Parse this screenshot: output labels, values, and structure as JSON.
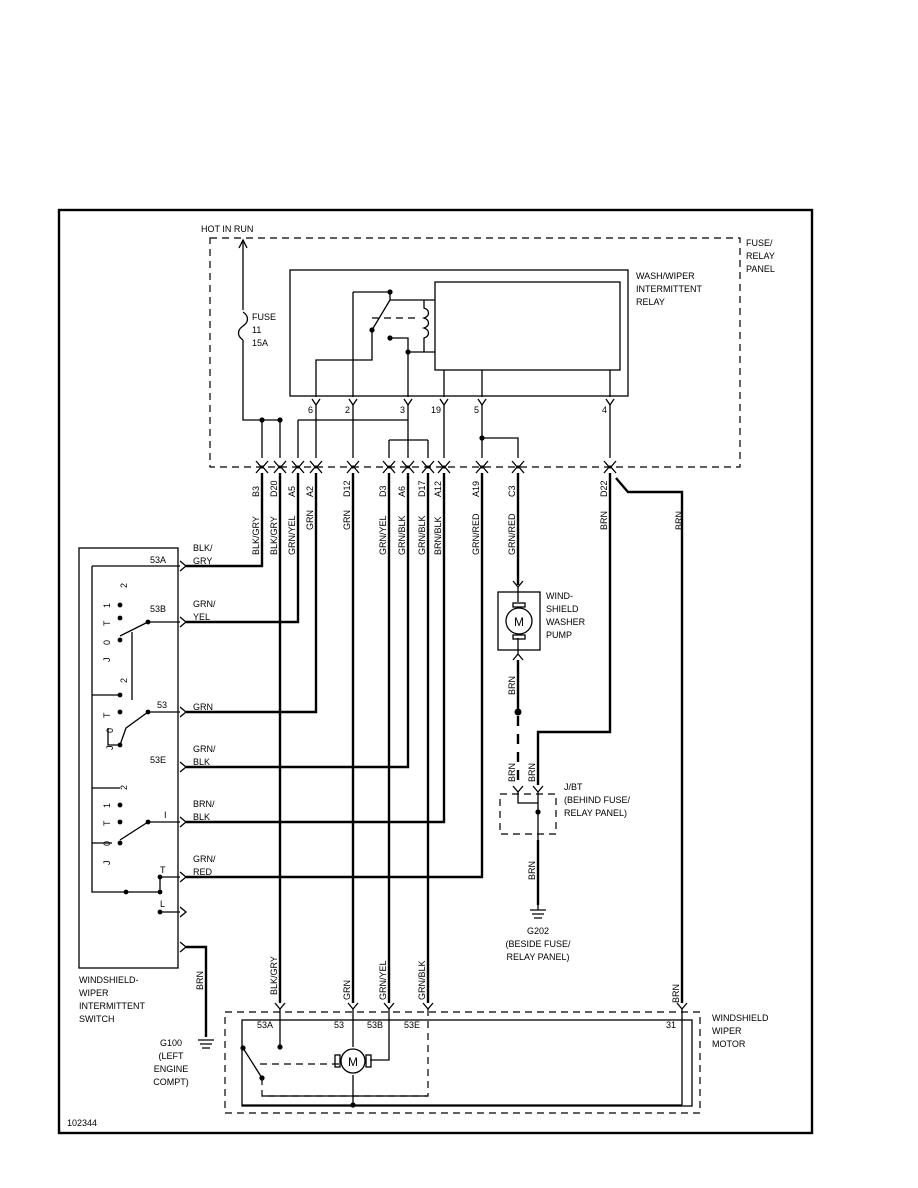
{
  "diagram_id": "102344",
  "hot_label": "HOT IN RUN",
  "fuse_relay_panel": [
    "FUSE/",
    "RELAY",
    "PANEL"
  ],
  "relay_label": [
    "WASH/WIPER",
    "INTERMITTENT",
    "RELAY"
  ],
  "fuse_label": [
    "FUSE",
    "11",
    "15A"
  ],
  "relay_pins": [
    "6",
    "2",
    "3",
    "19",
    "5",
    "4"
  ],
  "connectors": [
    {
      "pin": "B3",
      "wire": "BLK/GRY"
    },
    {
      "pin": "D20",
      "wire": "BLK/GRY"
    },
    {
      "pin": "A5",
      "wire": "GRN/YEL"
    },
    {
      "pin": "A2",
      "wire": "GRN"
    },
    {
      "pin": "D12",
      "wire": "GRN"
    },
    {
      "pin": "D3",
      "wire": "GRN/YEL"
    },
    {
      "pin": "A6",
      "wire": "GRN/BLK"
    },
    {
      "pin": "D17",
      "wire": "GRN/BLK"
    },
    {
      "pin": "A12",
      "wire": "BRN/BLK"
    },
    {
      "pin": "A19",
      "wire": "GRN/RED"
    },
    {
      "pin": "C3",
      "wire": "GRN/RED"
    },
    {
      "pin": "D22",
      "wire": "BRN"
    }
  ],
  "extra_brn_wire": "BRN",
  "switch_terminals": [
    {
      "term": "53A",
      "wire": [
        "BLK/",
        "GRY"
      ]
    },
    {
      "term": "53B",
      "wire": [
        "GRN/",
        "YEL"
      ]
    },
    {
      "term": "53",
      "wire": [
        "GRN"
      ]
    },
    {
      "term": "53E",
      "wire": [
        "GRN/",
        "BLK"
      ]
    },
    {
      "term": "I",
      "wire": [
        "BRN/",
        "BLK"
      ]
    },
    {
      "term": "T",
      "wire": [
        "GRN/",
        "RED"
      ]
    },
    {
      "term": "L",
      "wire": []
    }
  ],
  "switch_positions": {
    "group1": [
      "2",
      "1",
      "T",
      "0",
      "J"
    ],
    "group2": [
      "2",
      "T",
      "0",
      "J"
    ],
    "group3": [
      "2",
      "1",
      "T",
      "0",
      "J"
    ]
  },
  "switch_label": [
    "WINDSHIELD-",
    "WIPER",
    "INTERMITTENT",
    "SWITCH"
  ],
  "switch_ground_wire": "BRN",
  "g100": [
    "G100",
    "(LEFT",
    "ENGINE",
    "COMPT)"
  ],
  "washer_pump": {
    "symbol": "M",
    "label": [
      "WIND-",
      "SHIELD",
      "WASHER",
      "PUMP"
    ]
  },
  "pump_ground_wire": "BRN",
  "jbt_wires": [
    "BRN",
    "BRN"
  ],
  "jbt_label": [
    "J/BT",
    "(BEHIND FUSE/",
    "RELAY PANEL)"
  ],
  "jbt_ground_wire": "BRN",
  "g202": [
    "G202",
    "(BESIDE FUSE/",
    "RELAY PANEL)"
  ],
  "motor_wires": [
    "BLK/GRY",
    "GRN",
    "GRN/YEL",
    "GRN/BLK",
    "BRN"
  ],
  "motor_terminals": [
    "53A",
    "53",
    "53B",
    "53E",
    "31"
  ],
  "motor": {
    "symbol": "M",
    "label": [
      "WINDSHIELD",
      "WIPER",
      "MOTOR"
    ]
  }
}
